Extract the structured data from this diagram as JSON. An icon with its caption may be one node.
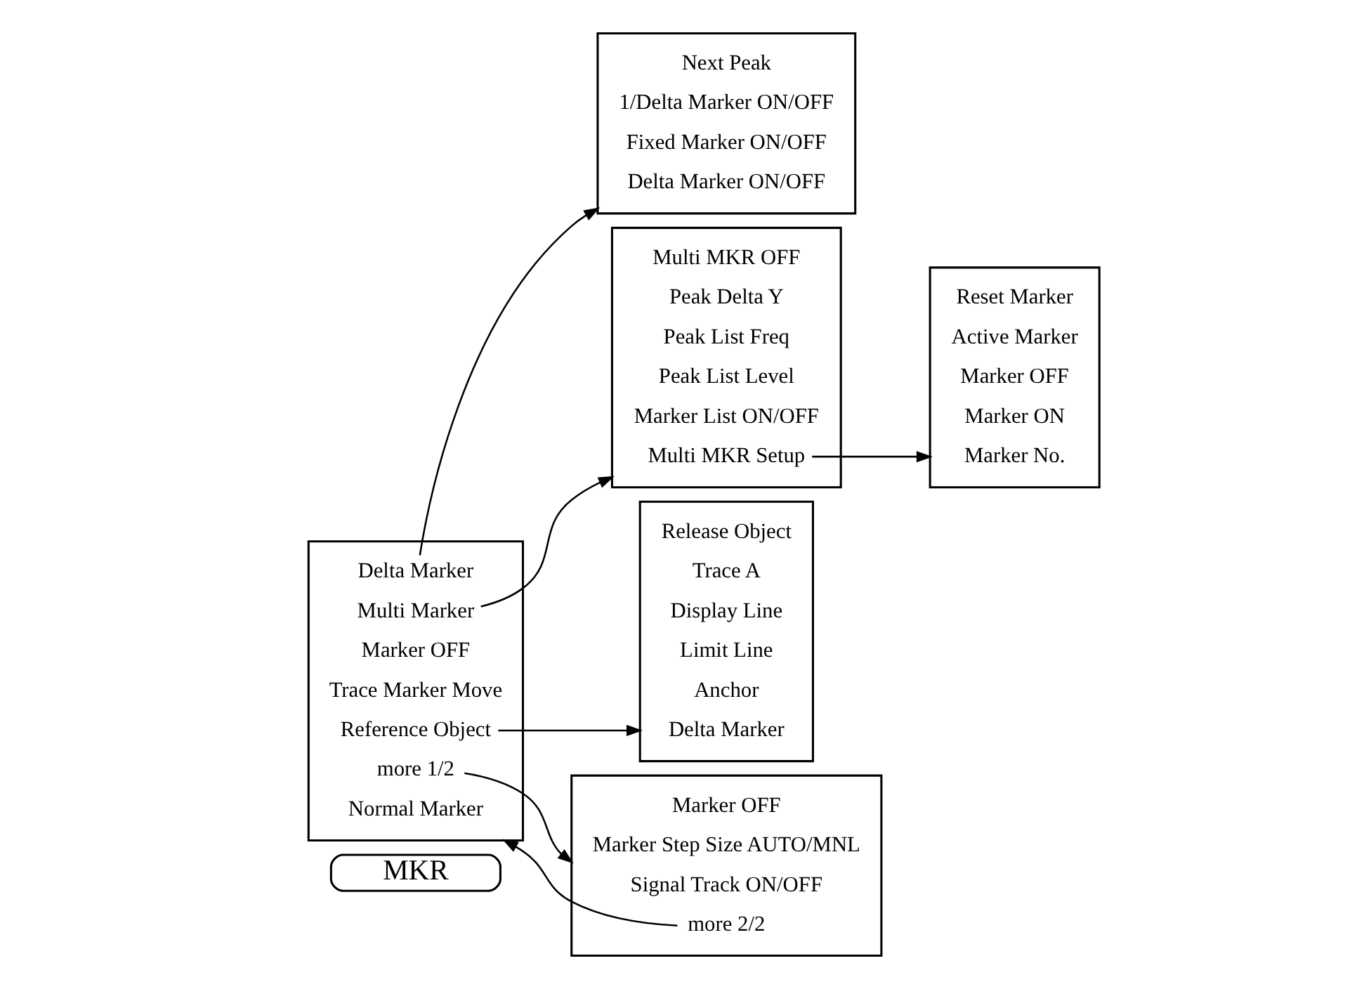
{
  "diagram": {
    "nodes": [
      {
        "text": [
          "MKR"
        ]
      },
      {
        "text": [],
        "shape": "bracket"
      },
      {
        "text": [
          "Normal Marker"
        ],
        "in": 1
      },
      {
        "text": [
          "Delta Marker"
        ],
        "in": 1
      },
      {
        "text": [
          "Multi Marker"
        ],
        "in": 1
      },
      {
        "text": [
          "Reference Object"
        ],
        "in": 1
      },
      {
        "text": [
          "Trace Marker Move"
        ],
        "in": 1
      },
      {
        "text": [
          "Marker OFF"
        ],
        "in": 1
      },
      {
        "text": [
          "more 1/2"
        ],
        "in": 1
      },
      {
        "text": [],
        "shape": "bracket"
      },
      {
        "text": [
          "Signal Track ON/OFF"
        ],
        "in": 9
      },
      {
        "text": [
          "Marker Step Size AUTO/MNL"
        ],
        "in": 9
      },
      {
        "text": [
          "Marker OFF"
        ],
        "in": 9
      },
      {
        "text": [
          "more 2/2"
        ],
        "in": 9
      },
      {
        "text": [],
        "shape": "bracket"
      },
      {
        "text": [
          "Delta Marker ON/OFF"
        ],
        "in": 14
      },
      {
        "text": [
          "Fixed Marker ON/OFF"
        ],
        "in": 14
      },
      {
        "text": [
          "1/Delta Marker ON/OFF"
        ],
        "in": 14
      },
      {
        "text": [
          "Next Peak"
        ],
        "in": 14
      },
      {
        "text": [],
        "shape": "bracket"
      },
      {
        "text": [
          "Multi MKR Setup"
        ],
        "in": 19
      },
      {
        "text": [
          "Marker List ON/OFF"
        ],
        "in": 19
      },
      {
        "text": [
          "Peak List Level"
        ],
        "in": 19
      },
      {
        "text": [
          "Peak List Freq"
        ],
        "in": 19
      },
      {
        "text": [
          "Peak Delta Y"
        ],
        "in": 19
      },
      {
        "text": [
          "Multi MKR OFF"
        ],
        "in": 19
      },
      {
        "text": [],
        "shape": "bracket"
      },
      {
        "text": [
          "Marker No."
        ],
        "in": 26
      },
      {
        "text": [
          "Marker ON"
        ],
        "in": 26
      },
      {
        "text": [
          "Marker OFF"
        ],
        "in": 26
      },
      {
        "text": [
          "Active Marker"
        ],
        "in": 26
      },
      {
        "text": [
          "Reset Marker"
        ],
        "in": 26
      },
      {
        "text": [],
        "shape": "bracket"
      },
      {
        "text": [
          "Delta Marker"
        ],
        "in": 32
      },
      {
        "text": [
          "Anchor"
        ],
        "in": 32
      },
      {
        "text": [
          "Limit Line"
        ],
        "in": 32
      },
      {
        "text": [
          "Display Line"
        ],
        "in": 32
      },
      {
        "text": [
          "Trace A"
        ],
        "in": 32
      },
      {
        "text": [
          "Release Object"
        ],
        "in": 32
      }
    ],
    "edges": [
      {
        "from": 3,
        "to": 14,
        "arrow": "to"
      },
      {
        "from": 4,
        "to": 19,
        "arrow": "to"
      },
      {
        "from": 5,
        "to": 32,
        "arrow": "to"
      },
      {
        "from": 8,
        "to": 9,
        "arrow": "to"
      },
      {
        "from": 13,
        "to": 1,
        "arrow": "to"
      },
      {
        "from": 20,
        "to": 26,
        "arrow": "to"
      }
    ]
  }
}
